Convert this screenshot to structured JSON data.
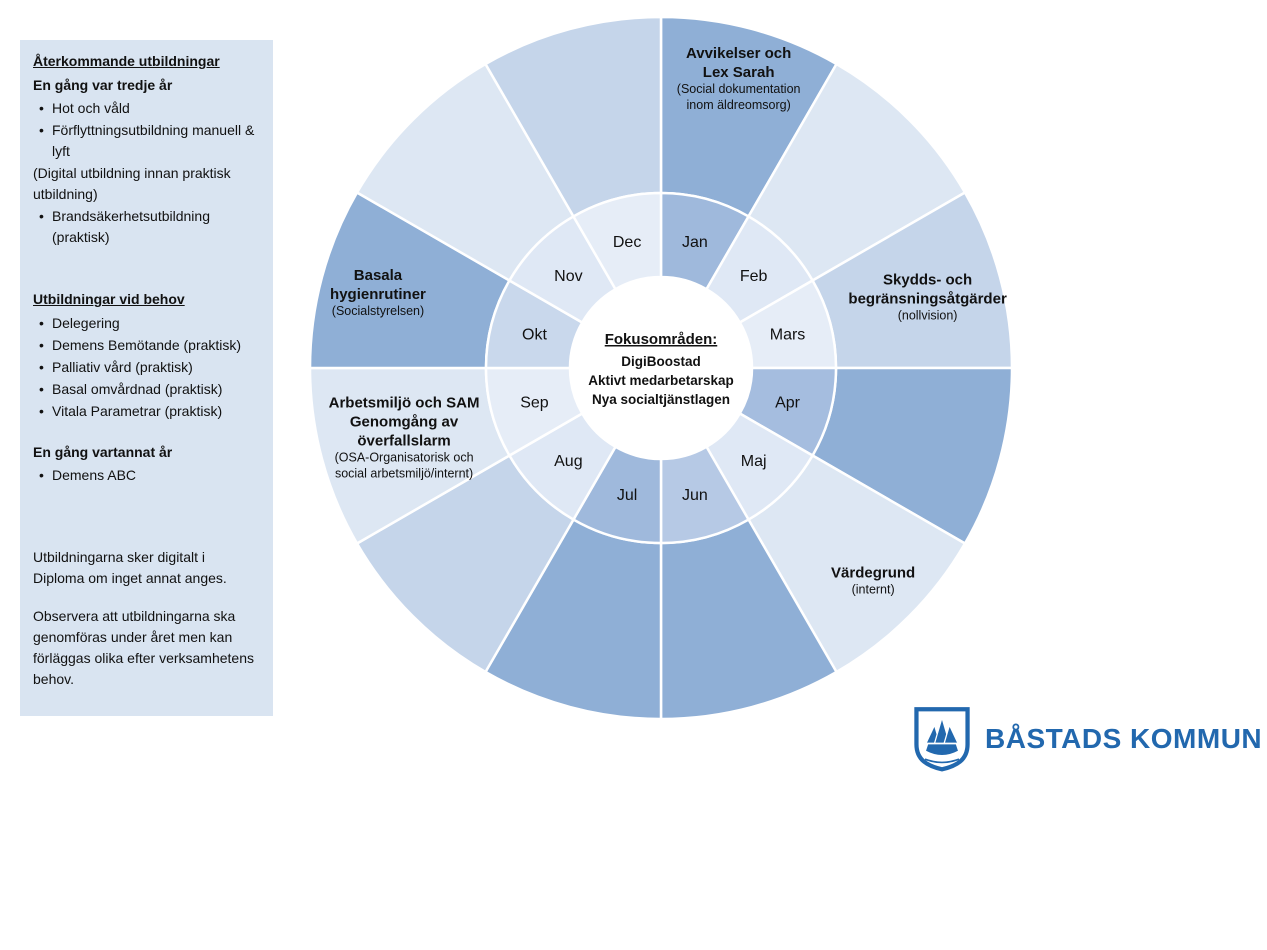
{
  "colors": {
    "page_bg": "#ffffff",
    "sidebar_bg": "#d9e4f1",
    "text": "#111111",
    "logo_blue": "#2268ae",
    "wheel_gap": "#ffffff"
  },
  "sidebar": {
    "blocks": [
      {
        "type": "heading-underline",
        "text": "Återkommande utbildningar"
      },
      {
        "type": "heading",
        "text": "En gång var tredje år"
      },
      {
        "type": "bullet",
        "text": "Hot och våld"
      },
      {
        "type": "bullet",
        "text": "Förflyttningsutbildning manuell & lyft"
      },
      {
        "type": "plain",
        "text": "(Digital utbildning innan praktisk utbildning)"
      },
      {
        "type": "bullet",
        "text": "Brandsäkerhetsutbildning (praktisk)"
      },
      {
        "type": "spacer-md",
        "text": ""
      },
      {
        "type": "heading-underline",
        "text": "Utbildningar vid behov"
      },
      {
        "type": "bullet",
        "text": "Delegering"
      },
      {
        "type": "bullet",
        "text": "Demens Bemötande (praktisk)"
      },
      {
        "type": "bullet",
        "text": "Palliativ vård (praktisk)"
      },
      {
        "type": "bullet",
        "text": "Basal omvårdnad (praktisk)"
      },
      {
        "type": "bullet",
        "text": "Vitala Parametrar (praktisk)"
      },
      {
        "type": "spacer-sm",
        "text": ""
      },
      {
        "type": "heading",
        "text": "En gång vartannat år"
      },
      {
        "type": "bullet",
        "text": "Demens ABC"
      },
      {
        "type": "spacer-lg",
        "text": ""
      },
      {
        "type": "plain",
        "text": "Utbildningarna sker digitalt i Diploma om inget annat anges."
      },
      {
        "type": "spacer-sm",
        "text": ""
      },
      {
        "type": "plain",
        "text": "Observera att utbildningarna ska genomföras under året men kan förläggas olika efter verksamhetens behov."
      }
    ]
  },
  "wheel": {
    "months": [
      {
        "label": "Jan",
        "inner_color": "#9fb9dc",
        "outer_color": "#8fafd6"
      },
      {
        "label": "Feb",
        "inner_color": "#dfe8f5",
        "outer_color": "#dde7f3"
      },
      {
        "label": "Mars",
        "inner_color": "#e6edf7",
        "outer_color": "#c5d5ea"
      },
      {
        "label": "Apr",
        "inner_color": "#a5bddf",
        "outer_color": "#8fafd6"
      },
      {
        "label": "Maj",
        "inner_color": "#dfe8f5",
        "outer_color": "#dde7f3"
      },
      {
        "label": "Jun",
        "inner_color": "#b6c9e5",
        "outer_color": "#8fafd6"
      },
      {
        "label": "Jul",
        "inner_color": "#9fb9dc",
        "outer_color": "#8fafd6"
      },
      {
        "label": "Aug",
        "inner_color": "#dfe8f5",
        "outer_color": "#c5d5ea"
      },
      {
        "label": "Sep",
        "inner_color": "#e6edf7",
        "outer_color": "#dde7f3"
      },
      {
        "label": "Okt",
        "inner_color": "#c9d8ec",
        "outer_color": "#8fafd6"
      },
      {
        "label": "Nov",
        "inner_color": "#dfe8f5",
        "outer_color": "#dde7f3"
      },
      {
        "label": "Dec",
        "inner_color": "#e6edf7",
        "outer_color": "#c5d5ea"
      }
    ],
    "center": {
      "title": "Fokusområden:",
      "lines": [
        "DigiBoostad",
        "Aktivt medarbetarskap",
        "Nya socialtjänstlagen"
      ]
    },
    "segment_labels": [
      {
        "angle_deg": 15,
        "radius": 300,
        "bold_lines": [
          "Avvikelser och",
          "Lex Sarah"
        ],
        "sub_lines": [
          "(Social dokumentation",
          "inom äldreomsorg)"
        ]
      },
      {
        "angle_deg": 75,
        "radius": 276,
        "bold_lines": [
          "Skydds- och",
          "begränsningsåtgärder"
        ],
        "sub_lines": [
          "(nollvision)"
        ]
      },
      {
        "angle_deg": 135,
        "radius": 300,
        "bold_lines": [
          "Värdegrund"
        ],
        "sub_lines": [
          "(internt)"
        ]
      },
      {
        "angle_deg": 255,
        "radius": 266,
        "bold_lines": [
          "Arbetsmiljö och SAM",
          "Genomgång av",
          "överfallslarm"
        ],
        "sub_lines": [
          "(OSA-Organisatorisk och",
          "social arbetsmiljö/internt)"
        ]
      },
      {
        "angle_deg": 285,
        "radius": 293,
        "bold_lines": [
          "Basala",
          "hygienrutiner"
        ],
        "sub_lines": [
          "(Socialstyrelsen)"
        ]
      }
    ]
  },
  "logo": {
    "text": "BÅSTADS KOMMUN"
  }
}
